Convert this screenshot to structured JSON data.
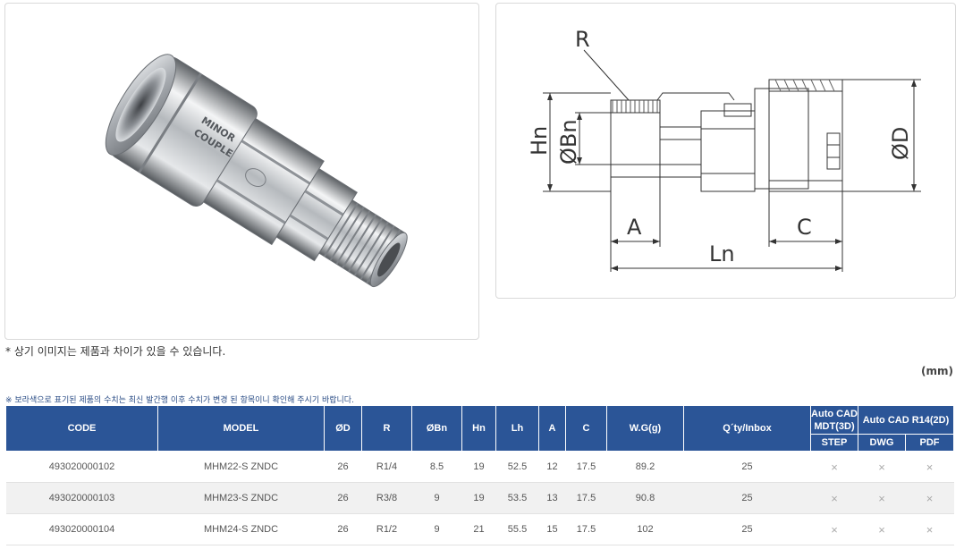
{
  "photo": {
    "engraving_line1": "MINOR",
    "engraving_line2": "COUPLER"
  },
  "drawing": {
    "labels": {
      "R": "R",
      "Hn": "Hn",
      "Bn": "ØBn",
      "D": "ØD",
      "A": "A",
      "C": "C",
      "Ln": "Ln"
    }
  },
  "notes": {
    "image_disclaimer": "* 상기 이미지는 제품과 차이가 있을 수 있습니다.",
    "unit": "(mm)",
    "table_note": "※ 보라색으로 표기된 제품의 수치는 최신 발간행 이후 수치가 변경 된 항목이니 확인해 주시기 바랍니다."
  },
  "table": {
    "headers": {
      "code": "CODE",
      "model": "MODEL",
      "d": "ØD",
      "r": "R",
      "bn": "ØBn",
      "hn": "Hn",
      "lh": "Lh",
      "a": "A",
      "c": "C",
      "wg": "W.G(g)",
      "qty": "Q´ty/Inbox",
      "autocad_3d": "Auto CAD MDT(3D)",
      "autocad_2d": "Auto CAD R14(2D)",
      "step": "STEP",
      "dwg": "DWG",
      "pdf": "PDF"
    },
    "rows": [
      {
        "code": "493020000102",
        "model": "MHM22-S ZNDC",
        "d": "26",
        "r": "R1/4",
        "bn": "8.5",
        "hn": "19",
        "lh": "52.5",
        "a": "12",
        "c": "17.5",
        "wg": "89.2",
        "qty": "25",
        "step": "×",
        "dwg": "×",
        "pdf": "×"
      },
      {
        "code": "493020000103",
        "model": "MHM23-S ZNDC",
        "d": "26",
        "r": "R3/8",
        "bn": "9",
        "hn": "19",
        "lh": "53.5",
        "a": "13",
        "c": "17.5",
        "wg": "90.8",
        "qty": "25",
        "step": "×",
        "dwg": "×",
        "pdf": "×"
      },
      {
        "code": "493020000104",
        "model": "MHM24-S ZNDC",
        "d": "26",
        "r": "R1/2",
        "bn": "9",
        "hn": "21",
        "lh": "55.5",
        "a": "15",
        "c": "17.5",
        "wg": "102",
        "qty": "25",
        "step": "×",
        "dwg": "×",
        "pdf": "×"
      }
    ]
  }
}
